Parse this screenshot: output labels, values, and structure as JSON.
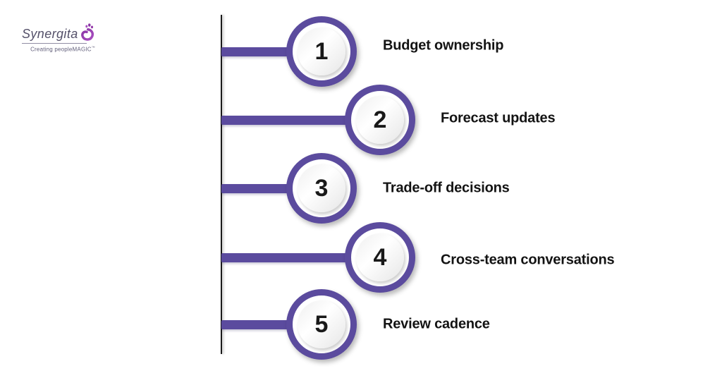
{
  "logo": {
    "name": "Synergita",
    "tagline": "Creating peopleMAGIC",
    "trademark": "™",
    "icon": "swirl-flourish-icon",
    "name_color": "#545069",
    "icon_color": "#9334A8"
  },
  "theme": {
    "accent_purple": "#5B4B9E",
    "axis_color": "#1B1B1B",
    "background": "#FFFFFF",
    "label_color": "#131313",
    "number_color": "#191919"
  },
  "steps": [
    {
      "number": "1",
      "label": "Budget ownership"
    },
    {
      "number": "2",
      "label": "Forecast updates"
    },
    {
      "number": "3",
      "label": "Trade-off decisions"
    },
    {
      "number": "4",
      "label": "Cross-team conversations"
    },
    {
      "number": "5",
      "label": "Review cadence"
    }
  ]
}
